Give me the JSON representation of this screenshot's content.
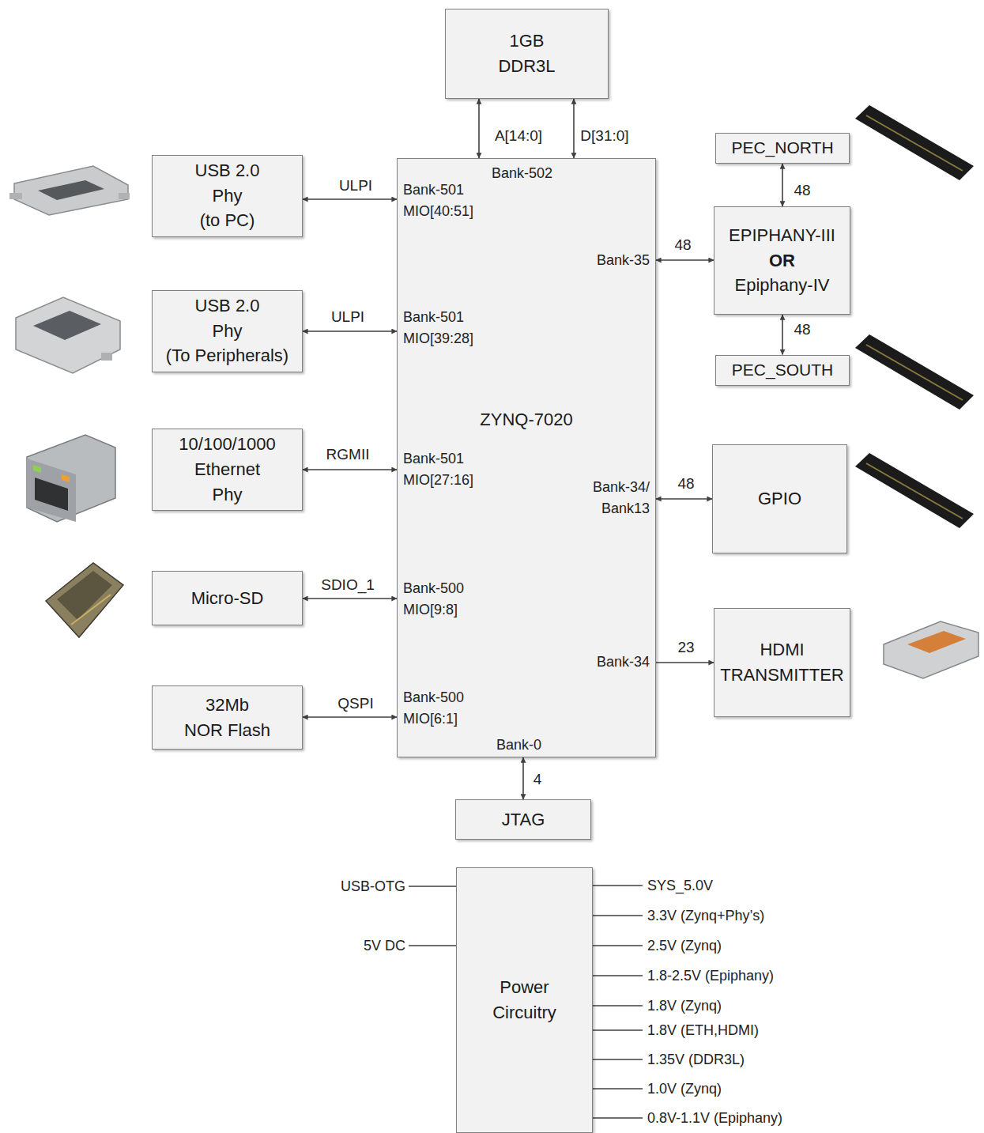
{
  "diagram": {
    "nodes": [
      {
        "text": [
          "1GB DDR3L"
        ]
      },
      {
        "text": [
          "USB 2.0 Phy (to PC)"
        ]
      },
      {
        "text": [
          "USB 2.0 Phy (To Peripherals)"
        ]
      },
      {
        "text": [
          "10/100/1000 Ethernet Phy"
        ]
      },
      {
        "text": [
          "Micro-SD"
        ]
      },
      {
        "text": [
          "32Mb NOR Flash"
        ]
      },
      {
        "text": [
          "ZYNQ-7020"
        ]
      },
      {
        "text": [
          "PEC_NORTH"
        ]
      },
      {
        "text": [
          "EPIPHANY-III",
          "OR",
          "Epiphany-IV"
        ]
      },
      {
        "text": [
          "PEC_SOUTH"
        ]
      },
      {
        "text": [
          "GPIO"
        ]
      },
      {
        "text": [
          "HDMI TRANSMITTER"
        ]
      },
      {
        "text": [
          "JTAG"
        ]
      },
      {
        "text": [
          "Power Circuitry"
        ]
      }
    ],
    "edges": [
      {
        "from": 0,
        "to": 6,
        "label": "A[14:0]",
        "arrow": "both"
      },
      {
        "from": 0,
        "to": 6,
        "label": "D[31:0]",
        "arrow": "both"
      },
      {
        "from": 1,
        "to": 6,
        "label": "ULPI",
        "arrow": "both"
      },
      {
        "from": 2,
        "to": 6,
        "label": "ULPI",
        "arrow": "both"
      },
      {
        "from": 3,
        "to": 6,
        "label": "RGMII",
        "arrow": "both"
      },
      {
        "from": 4,
        "to": 6,
        "label": "SDIO_1",
        "arrow": "both"
      },
      {
        "from": 5,
        "to": 6,
        "label": "QSPI",
        "arrow": "both"
      },
      {
        "from": 6,
        "to": 8,
        "label": "48",
        "arrow": "both"
      },
      {
        "from": 8,
        "to": 7,
        "label": "48",
        "arrow": "both"
      },
      {
        "from": 8,
        "to": 9,
        "label": "48",
        "arrow": "both"
      },
      {
        "from": 6,
        "to": 10,
        "label": "48",
        "arrow": "both"
      },
      {
        "from": 6,
        "to": 11,
        "label": "23",
        "arrow": "to"
      },
      {
        "from": 6,
        "to": 12,
        "label": "4",
        "arrow": "both"
      }
    ],
    "labels": [
      "Bank-502",
      "Bank-501 MIO[40:51]",
      "Bank-501 MIO[39:28]",
      "Bank-501 MIO[27:16]",
      "Bank-500 MIO[9:8]",
      "Bank-500 MIO[6:1]",
      "Bank-0",
      "Bank-35",
      "Bank-34/ Bank13",
      "Bank-34",
      "USB-OTG",
      "5V DC",
      "SYS_5.0V",
      "3.3V (Zynq+Phy’s)",
      "2.5V (Zynq)",
      "1.8-2.5V (Epiphany)",
      "1.8V (Zynq)",
      "1.8V (ETH,HDMI)",
      "1.35V (DDR3L)",
      "1.0V (Zynq)",
      "0.8V-1.1V (Epiphany)"
    ]
  }
}
